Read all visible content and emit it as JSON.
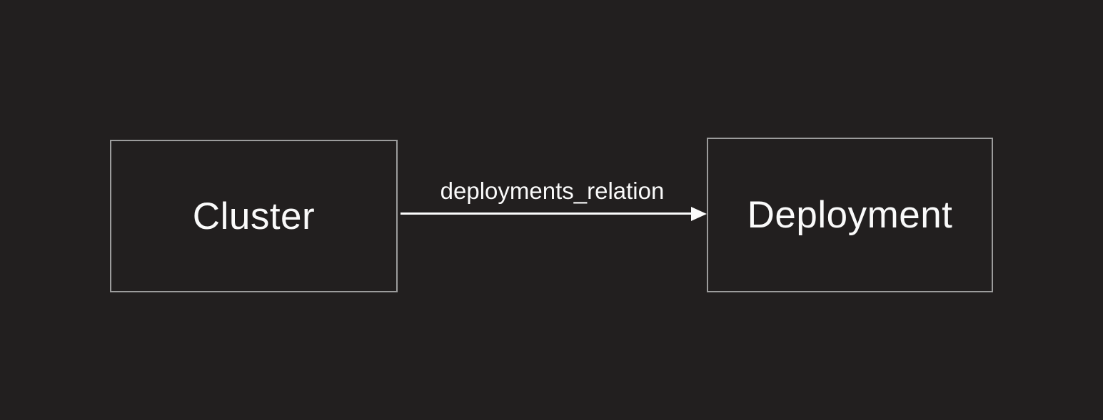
{
  "diagram": {
    "type": "graph",
    "nodes": [
      {
        "id": "cluster",
        "label": "Cluster"
      },
      {
        "id": "deployment",
        "label": "Deployment"
      }
    ],
    "edges": [
      {
        "source": "cluster",
        "target": "deployment",
        "label": "deployments_relation",
        "direction": "left-to-right",
        "arrowhead": "filled-triangle"
      }
    ],
    "colors": {
      "background": "#221f1f",
      "node_border": "#9c9c9c",
      "node_fill": "transparent",
      "text": "#fafafa",
      "edge": "#fcfcfc"
    }
  }
}
